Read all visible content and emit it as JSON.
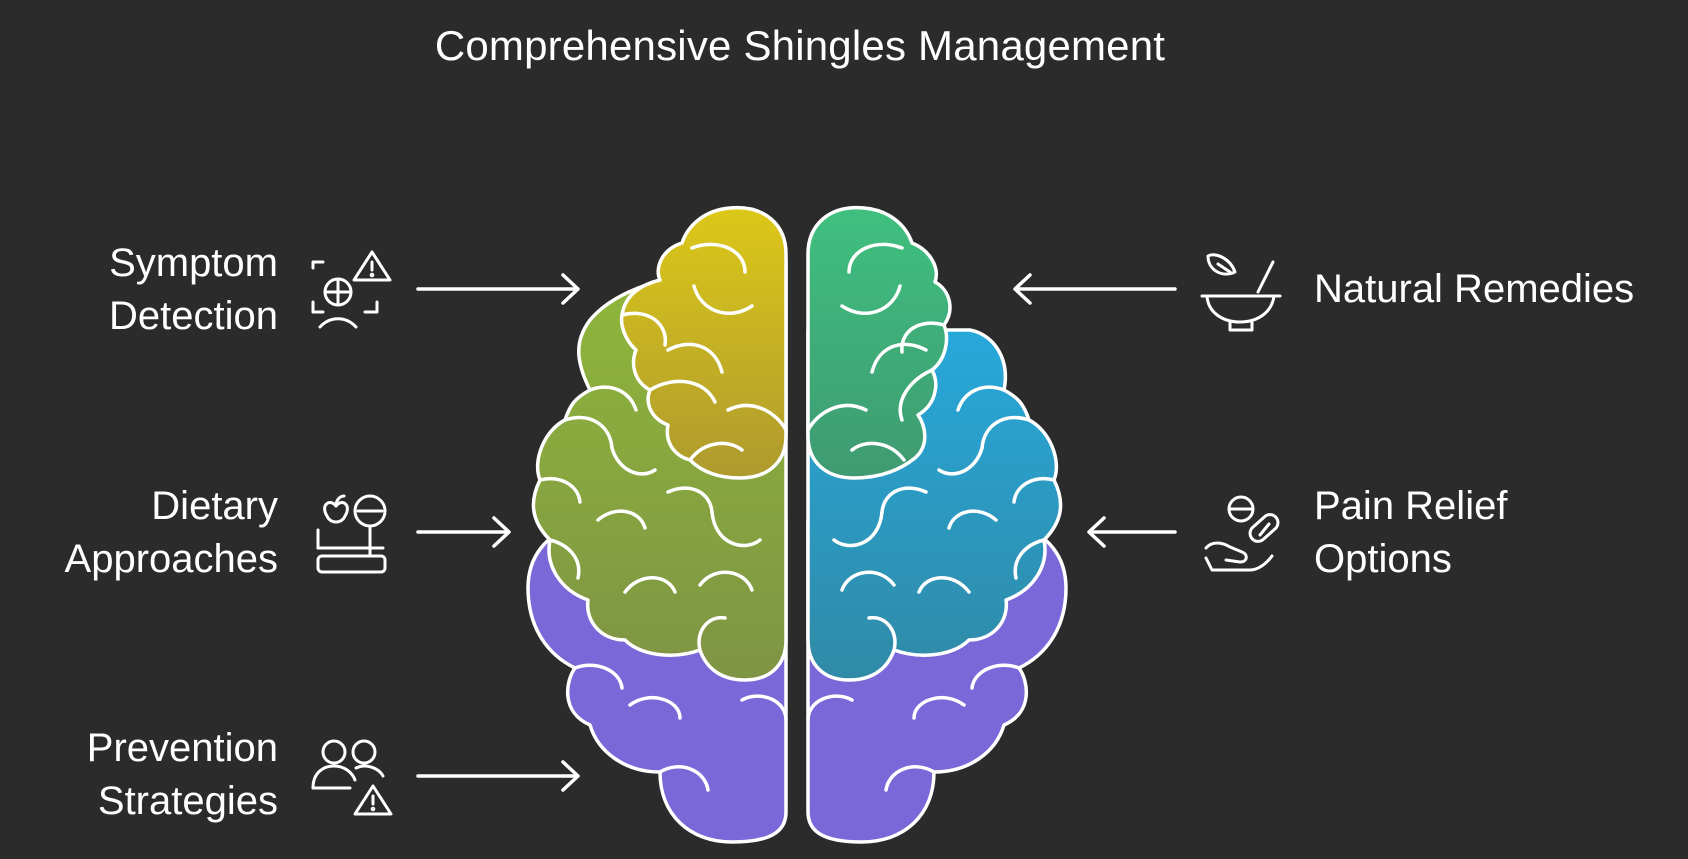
{
  "title": "Comprehensive Shingles Management",
  "items": [
    {
      "side": "left",
      "lines": [
        "Symptom",
        "Detection"
      ],
      "icon": "symptom-detection-icon"
    },
    {
      "side": "left",
      "lines": [
        "Dietary",
        "Approaches"
      ],
      "icon": "dietary-approaches-icon"
    },
    {
      "side": "left",
      "lines": [
        "Prevention",
        "Strategies"
      ],
      "icon": "prevention-strategies-icon"
    },
    {
      "side": "right",
      "lines": [
        "Natural Remedies"
      ],
      "icon": "natural-remedies-icon"
    },
    {
      "side": "right",
      "lines": [
        "Pain Relief",
        "Options"
      ],
      "icon": "pain-relief-icon"
    }
  ],
  "colors": {
    "background": "#2b2b2b",
    "yellow": "#d7c21a",
    "olive_green": "#8aa83c",
    "purple": "#7b68d8",
    "green": "#3fba7e",
    "blue": "#2a9fd0"
  }
}
